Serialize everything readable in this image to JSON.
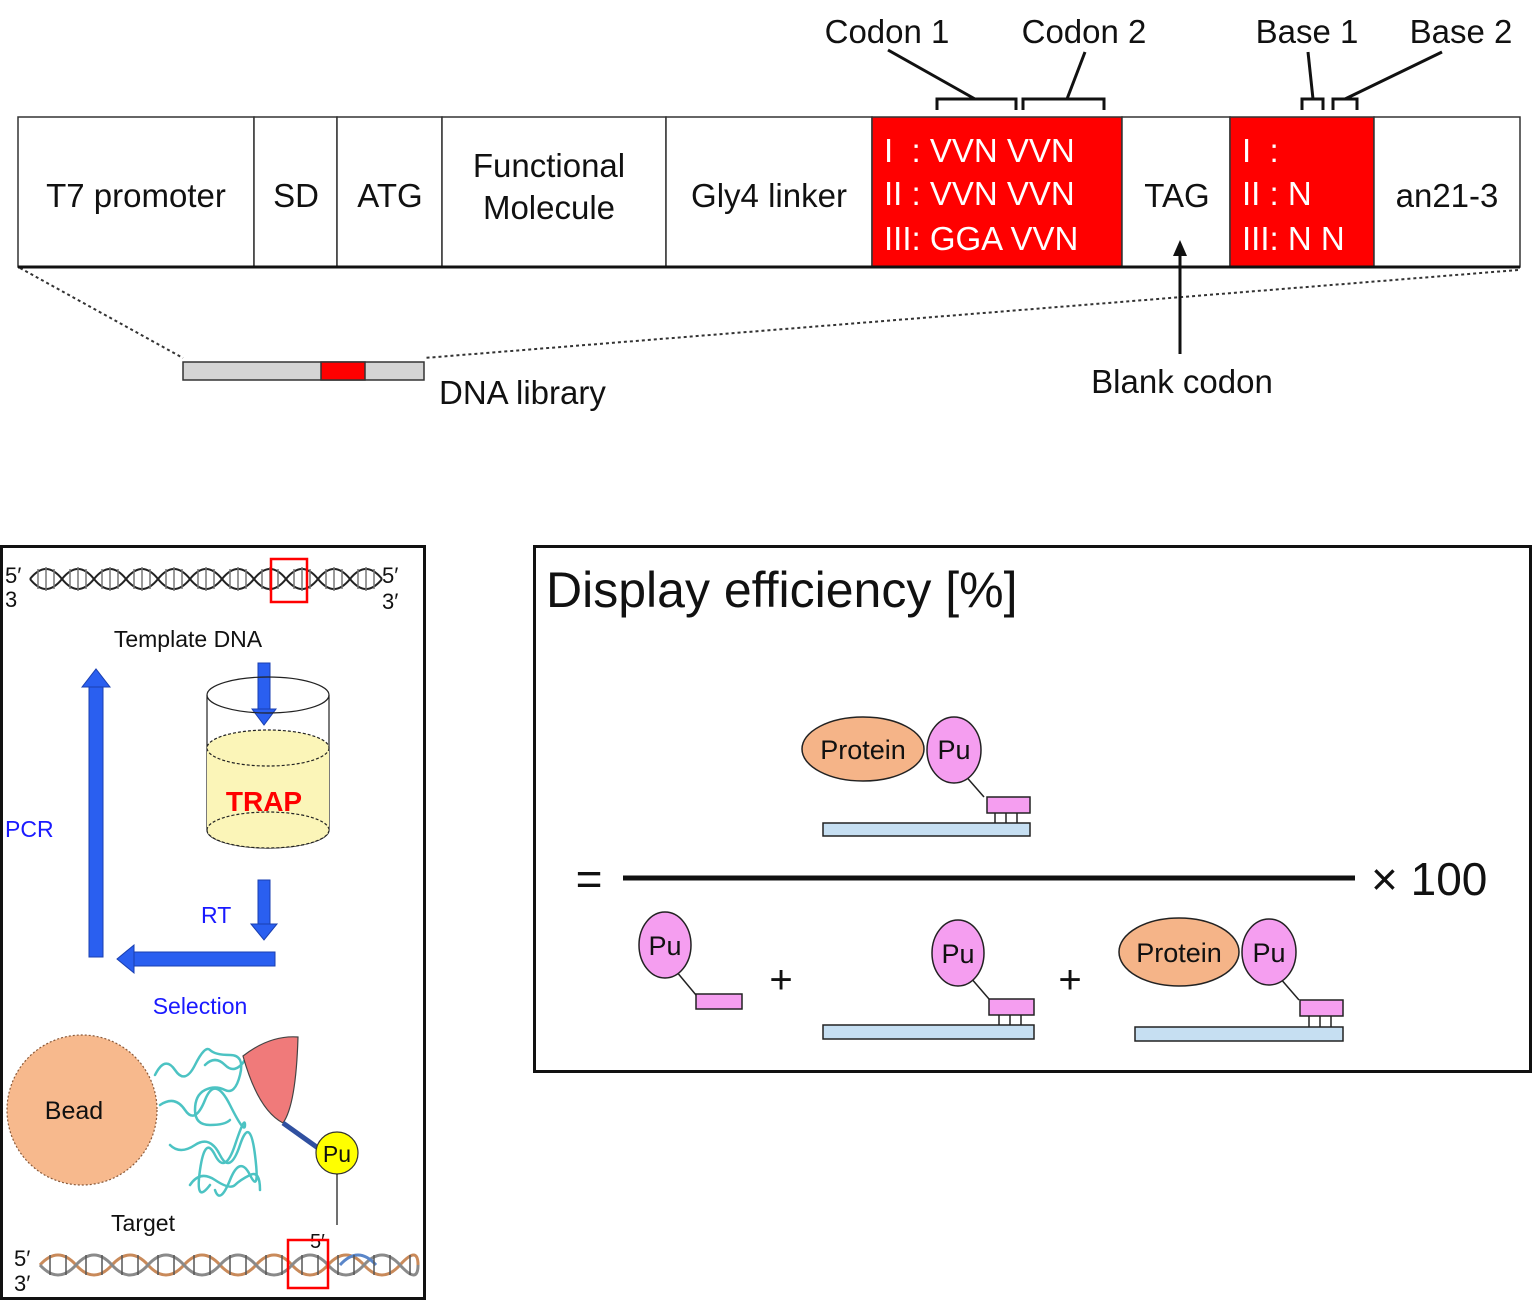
{
  "construct": {
    "segments": [
      {
        "label": "T7 promoter"
      },
      {
        "label": "SD"
      },
      {
        "label": "ATG"
      },
      {
        "label_line1": "Functional",
        "label_line2": "Molecule"
      },
      {
        "label": "Gly4 linker"
      },
      {
        "lines": [
          "I  : VVN VVN",
          "II : VVN VVN",
          "III: GGA VVN"
        ],
        "fill": "#ff0000"
      },
      {
        "label": "TAG"
      },
      {
        "lines": [
          "I  :",
          "II : N",
          "III: N N"
        ],
        "fill": "#ff0000"
      },
      {
        "label": "an21-3"
      }
    ],
    "annotations": {
      "codon1": "Codon 1",
      "codon2": "Codon 2",
      "base1": "Base 1",
      "base2": "Base 2",
      "blank_codon": "Blank codon"
    },
    "library_label": "DNA library",
    "colors": {
      "variable_region": "#ff0000",
      "library_bar": "#d4d4d4"
    }
  },
  "cycle": {
    "template_label": "Template DNA",
    "five_prime": "5′",
    "three_prime": "3′",
    "trap_label": "TRAP",
    "pcr_label": "PCR",
    "rt_label": "RT",
    "selection_label": "Selection",
    "bead_label": "Bead",
    "pu_label": "Pu",
    "target_label": "Target",
    "colors": {
      "arrow": "#2a5ff0",
      "step_text": "#1a1aff",
      "trap_text": "#ff0000",
      "bead": "#f7b98d",
      "trap_liquid": "#fbf5b8",
      "pu_yellow": "#ffff00"
    }
  },
  "efficiency": {
    "title": "Display efficiency [%]",
    "equals": "=",
    "multiplier": "× 100",
    "plus": "+",
    "protein_label": "Protein",
    "pu_label": "Pu",
    "colors": {
      "protein": "#f5b488",
      "pu": "#f59ef0",
      "linker": "#f59ef0",
      "strand": "#c6dff2"
    }
  }
}
